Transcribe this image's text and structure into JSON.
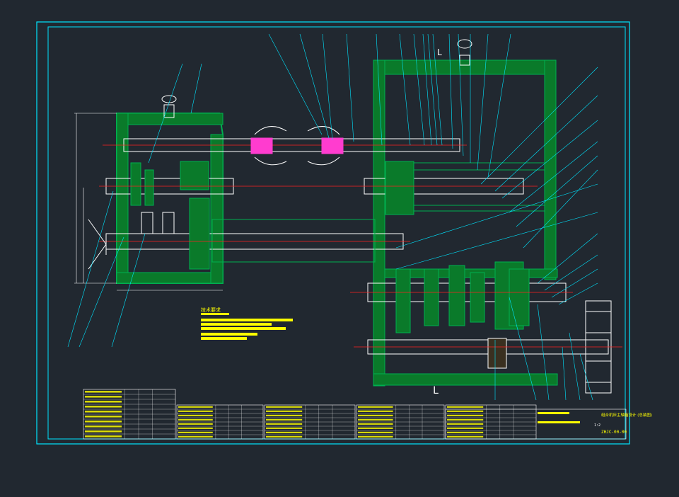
{
  "drawing": {
    "sheet_label": "L",
    "top_label": "L",
    "tech_notes_heading": "技术要求",
    "title_block": {
      "title": "组合机床主轴箱设计 (总装图)",
      "drawing_number": "ZHJC-00-00",
      "scale": "1:2"
    },
    "bom_tables": [
      {
        "id": "bom-1",
        "rows": 10
      },
      {
        "id": "bom-2",
        "rows": 8
      },
      {
        "id": "bom-3",
        "rows": 8
      },
      {
        "id": "bom-4",
        "rows": 8
      },
      {
        "id": "bom-5",
        "rows": 8
      }
    ],
    "colors": {
      "background": "#212830",
      "frame": "#00e5ff",
      "housing": "#00b050",
      "parts": "#ffffff",
      "centerline": "#ff2020",
      "highlight": "#ff3ccf",
      "notes": "#ffff00",
      "leader": "#00e5ff"
    }
  }
}
